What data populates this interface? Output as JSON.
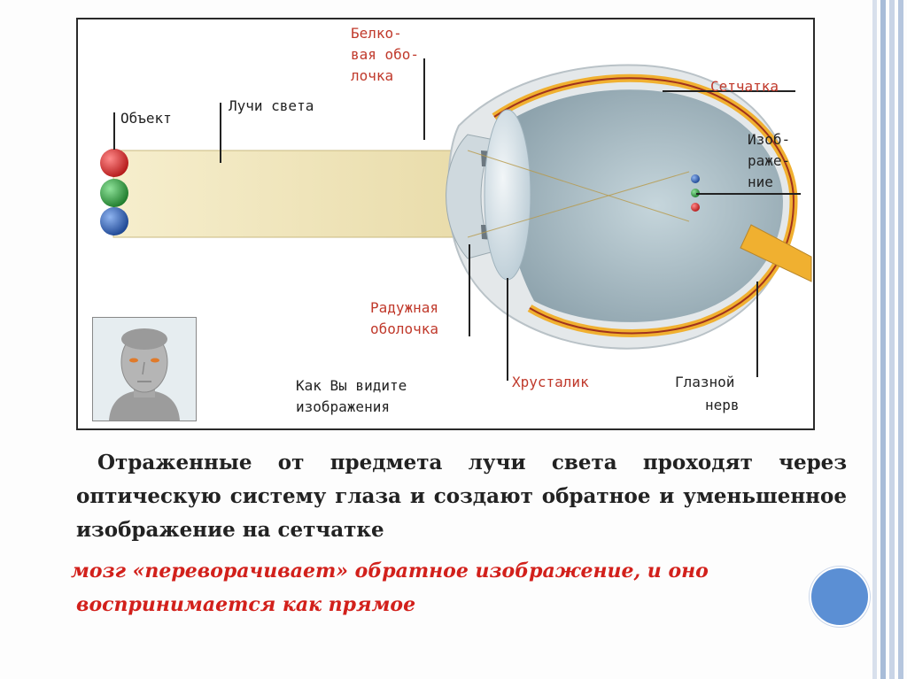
{
  "diagram": {
    "labels": {
      "object": "Объект",
      "light_rays": "Лучи света",
      "sclera_line1": "Белко-",
      "sclera_line2": "вая обо-",
      "sclera_line3": "лочка",
      "retina": "Сетчатка",
      "image_line1": "Изоб-",
      "image_line2": "раже-",
      "image_line3": "ние",
      "iris_line1": "Радужная",
      "iris_line2": "оболочка",
      "lens": "Хрусталик",
      "optic_nerve_line1": "Глазной",
      "optic_nerve_line2": "нерв",
      "how_you_see_line1": "Как Вы видите",
      "how_you_see_line2": "изображения"
    },
    "colors": {
      "ball_red": "#d42a2a",
      "ball_green": "#2e9b3a",
      "ball_blue": "#2b5fb8",
      "red_label": "#c0392b",
      "retina_orange": "#f0b030",
      "eye_inner": "#a9bcc4"
    }
  },
  "text": {
    "line1": "Отраженные от предмета лучи света проходят через оптическую систему глаза и создают обратное и уменьшенное изображение на сетчатке",
    "line2_part1": "мозг «переворачивает» обратное изображение, и оно",
    "line2_part2": "воспринимается как прямое"
  },
  "theme": {
    "accent_circle": "#5b8fd4",
    "stripe_colors": [
      "#cfd8e6",
      "#9eb3d0",
      "#c7d2e4"
    ]
  }
}
